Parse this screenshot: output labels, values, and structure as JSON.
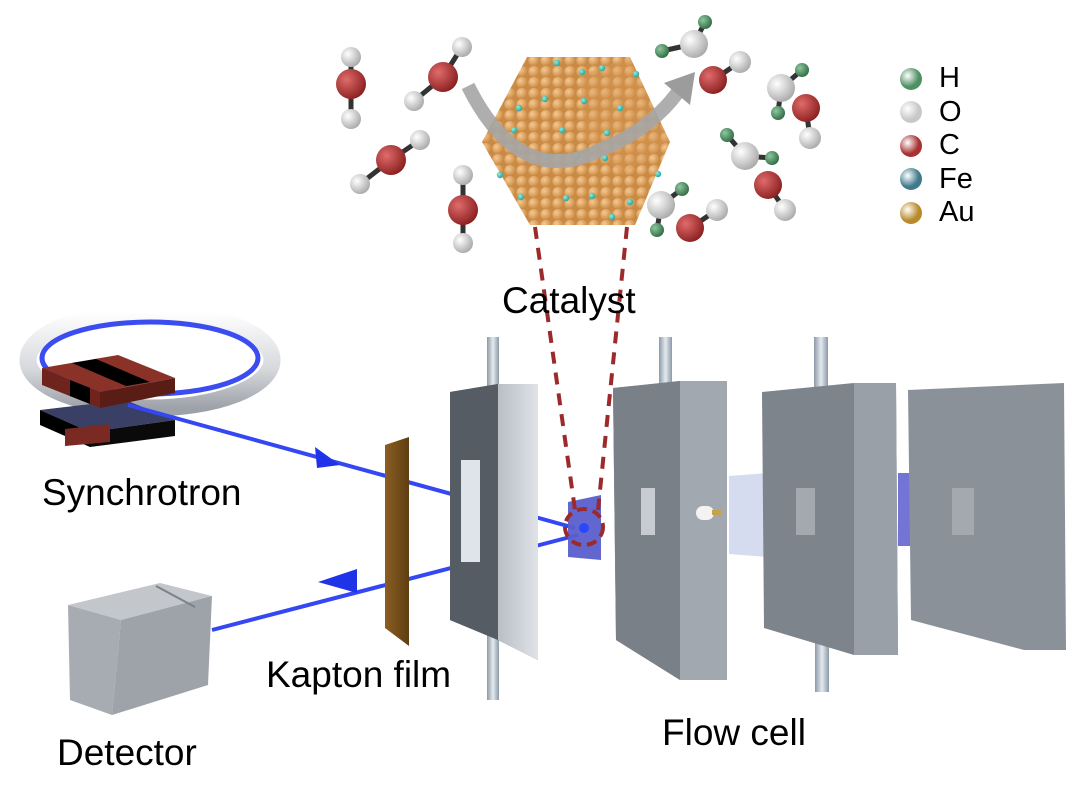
{
  "figure": {
    "labels": {
      "catalyst": "Catalyst",
      "synchrotron": "Synchrotron",
      "detector": "Detector",
      "kapton_film": "Kapton film",
      "flow_cell": "Flow cell"
    },
    "legend": [
      {
        "symbol": "H",
        "color": "#4e8f63"
      },
      {
        "symbol": "O",
        "color": "#c8c8c8"
      },
      {
        "symbol": "C",
        "color": "#a83232"
      },
      {
        "symbol": "Fe",
        "color": "#3e7a8c"
      },
      {
        "symbol": "Au",
        "color": "#b88a2a"
      }
    ],
    "colors": {
      "catalyst_atom": "#e0a25c",
      "dopant_atom": "#3fbfb0",
      "beam": "#3344ee",
      "dashed_link": "#9c2a2a",
      "cell_plate": "#8a9098",
      "kapton": "#7a5320",
      "magnet": "#7a2a22"
    }
  }
}
